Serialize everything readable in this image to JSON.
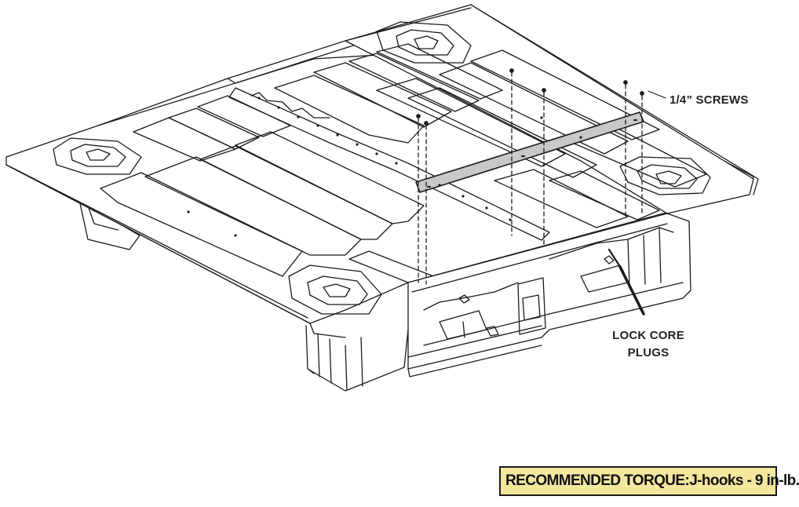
{
  "callouts": {
    "screws": "1/4” SCREWS",
    "lock_core_line1": "LOCK CORE",
    "lock_core_line2": "PLUGS"
  },
  "torque": {
    "label": "RECOMMENDED TORQUE:",
    "value": "J-hooks - 9 in-lb."
  },
  "colors": {
    "line": "#1a1a1a",
    "bar_fill": "#c8c8c8",
    "torque_bg": "#f4e79e"
  }
}
